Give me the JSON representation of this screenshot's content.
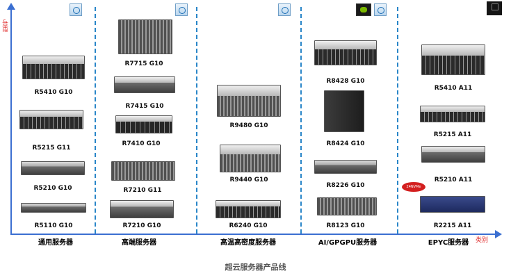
{
  "axes": {
    "y_label": "型号",
    "x_label": "类别"
  },
  "categories": [
    {
      "label": "通用服务器"
    },
    {
      "label": "高端服务器"
    },
    {
      "label": "高温高密度服务器"
    },
    {
      "label": "AI/GPGPU服务器"
    },
    {
      "label": "EPYC服务器"
    }
  ],
  "servers": {
    "general": [
      "R5410 G10",
      "R5215 G11",
      "R5210 G10",
      "R5110 G10"
    ],
    "high_end": [
      "R7715 G10",
      "R7415 G10",
      "R7410 G10",
      "R7210 G11",
      "R7210 G10"
    ],
    "high_density": [
      "R9480 G10",
      "R9440 G10",
      "R6240 G10"
    ],
    "ai_gpgpu": [
      "R8428 G10",
      "R8424 G10",
      "R8226 G10",
      "R8123 G10"
    ],
    "epyc": [
      "R5410 A11",
      "R5215 A11",
      "R5210 A11",
      "R2215 A11"
    ]
  },
  "badges": {
    "intel": "intel-xeon-icon",
    "nvidia": "nvidia-icon",
    "amd": "amd-epyc-icon",
    "epyc_tag": "24NVMe"
  },
  "footer": "超云服务器产品线",
  "colors": {
    "axis": "#3b6fd1",
    "axis_label": "#e03030",
    "divider": "#2a86c8"
  }
}
